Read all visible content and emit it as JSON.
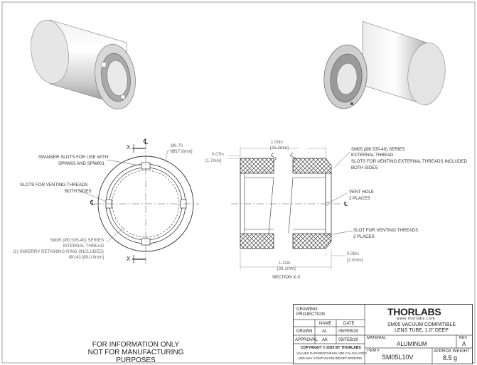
{
  "drawing": {
    "centerline_mark": "℄",
    "section_marker": "X",
    "front_view": {
      "dim_outer": "Ø0.70",
      "dim_outer_mm": "[Ø17.8mm]",
      "spanner_label_1": "SPANNER SLOTS FOR USE WITH",
      "spanner_label_2": "SPW603 AND SPW801",
      "venting_label_1": "SLOTS FOR VENTING THREADS",
      "venting_label_2": "BOTH SIDES",
      "thread_note_1": "SM05 (Ø0.535-40) SERIES",
      "thread_note_2": "INTERNAL THREAD",
      "thread_note_3": "(1) SM05RRV RETAINING RING (INCLUDED)",
      "thread_note_4": "Ø0.43 [Ø10.9mm]"
    },
    "section_view": {
      "dim_length": "1.00in",
      "dim_length_mm": "[25.4mm]",
      "dim_wall": "0.07in",
      "dim_wall_mm": "[1.7mm]",
      "ext_thread_1": "SM05 (Ø0.535-40) SERIES",
      "ext_thread_2": "EXTERNAL THREAD",
      "ext_thread_3": "SLOTS FOR VENTING EXTERNAL THREADS INCLUDED",
      "ext_thread_4": "BOTH SIDES",
      "vent_hole_1": "VENT HOLE",
      "vent_hole_2": "2 PLACES",
      "slot_venting_1": "SLOT FOR VENTING THREADS",
      "slot_venting_2": "2 PLACES",
      "dim_step": "0.08in",
      "dim_step_mm": "[2.0mm]",
      "dim_total": "1.11in",
      "dim_total_mm": "[28.2mm]",
      "section_label": "SECTION X-X"
    },
    "footer_line_1": "FOR INFORMATION ONLY",
    "footer_line_2": "NOT FOR MANUFACTURING PURPOSES"
  },
  "title_block": {
    "projection_1": "DRAWING",
    "projection_2": "PROJECTION",
    "col_name": "NAME",
    "col_date": "DATE",
    "drawn_label": "DRAWN",
    "drawn_name": "AL",
    "drawn_date": "05/FEB/20",
    "approval_label": "APPROVAL",
    "approval_name": "AK",
    "approval_date": "05/FEB/20",
    "copyright": "COPYRIGHT © 2020 BY THORLABS",
    "disclaimer_1": "VALUES IN PARENTHESIS ARE CALCULATED",
    "disclaimer_2": "AND MAY CONTAIN ROUNDOFF ERRORS",
    "logo": "THORLABS",
    "website": "www.thorlabs.com",
    "desc_1": "SM05 VACUUM COMPATIBLE",
    "desc_2": "LENS TUBE, 1.0\" DEEP",
    "material_label": "MATERIAL",
    "material": "ALUMINUM",
    "rev_label": "REV",
    "rev": "A",
    "item_label": "ITEM #",
    "item": "SM05L10V",
    "weight_label": "APPROX WEIGHT",
    "weight": "8.5 g"
  }
}
